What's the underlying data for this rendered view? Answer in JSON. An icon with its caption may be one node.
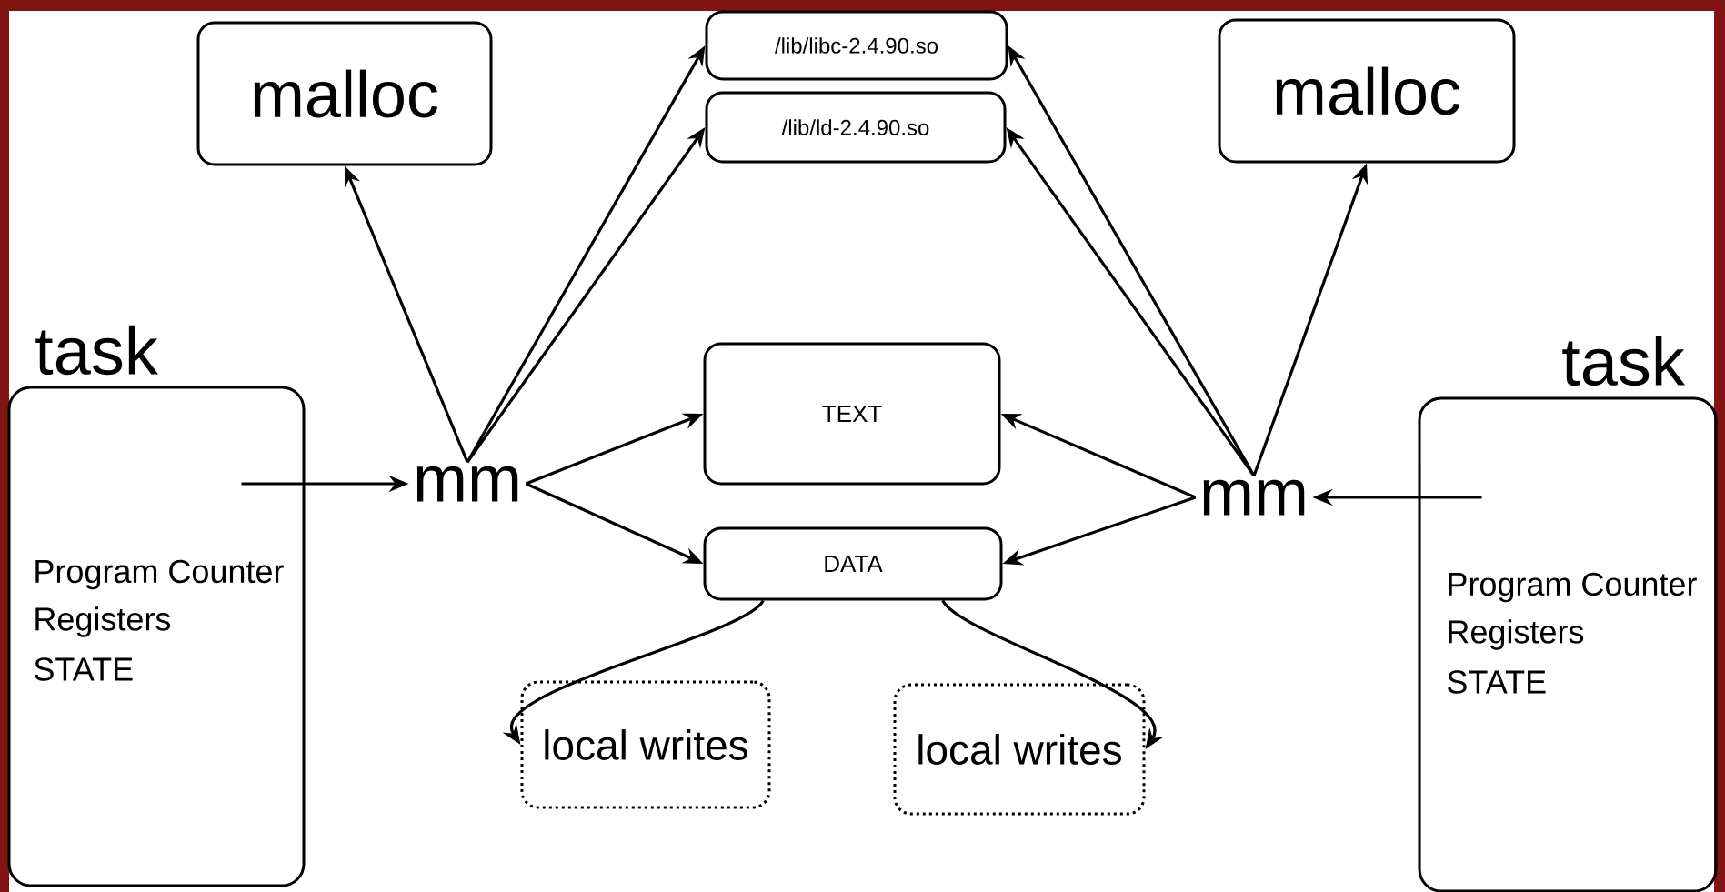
{
  "diagram": {
    "nodes": [
      {
        "text": [
          "malloc"
        ]
      },
      {
        "text": [
          "/lib/libc-2.4.90.so"
        ]
      },
      {
        "text": [
          "/lib/ld-2.4.90.so"
        ]
      },
      {
        "text": [
          "malloc"
        ]
      },
      {
        "text": [
          "task",
          "Program Counter",
          "Registers",
          "STATE"
        ]
      },
      {
        "text": [
          "mm"
        ]
      },
      {
        "text": [
          "TEXT"
        ]
      },
      {
        "text": [
          "DATA"
        ]
      },
      {
        "text": [
          "mm"
        ]
      },
      {
        "text": [
          "task",
          "Program Counter",
          "Registers",
          "STATE"
        ]
      },
      {
        "text": [
          "local writes"
        ]
      },
      {
        "text": [
          "local writes"
        ]
      }
    ],
    "edges": [
      {
        "from": 4,
        "to": 5,
        "arrow": "to"
      },
      {
        "from": 5,
        "to": 0,
        "arrow": "to"
      },
      {
        "from": 5,
        "to": 1,
        "arrow": "to"
      },
      {
        "from": 5,
        "to": 2,
        "arrow": "to"
      },
      {
        "from": 5,
        "to": 6,
        "arrow": "to"
      },
      {
        "from": 5,
        "to": 7,
        "arrow": "to"
      },
      {
        "from": 8,
        "to": 3,
        "arrow": "to"
      },
      {
        "from": 8,
        "to": 1,
        "arrow": "to"
      },
      {
        "from": 8,
        "to": 2,
        "arrow": "to"
      },
      {
        "from": 8,
        "to": 6,
        "arrow": "to"
      },
      {
        "from": 8,
        "to": 7,
        "arrow": "to"
      },
      {
        "from": 9,
        "to": 8,
        "arrow": "to"
      },
      {
        "from": 7,
        "to": 10,
        "arrow": "to"
      },
      {
        "from": 7,
        "to": 11,
        "arrow": "to"
      }
    ]
  }
}
